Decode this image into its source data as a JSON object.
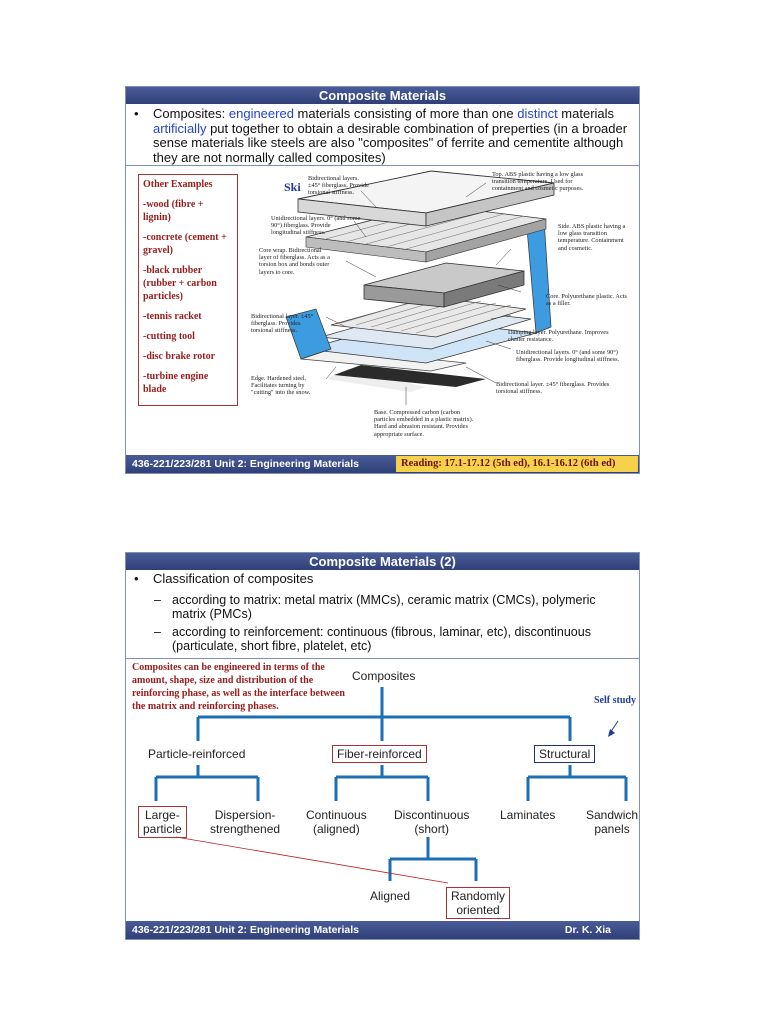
{
  "slide1": {
    "title": "Composite Materials",
    "bullet_parts": {
      "p1": "Composites: ",
      "engineered": "engineered",
      "p2": " materials consisting of more than one ",
      "distinct": "distinct",
      "p3": " materials ",
      "artificially": "artificially",
      "p4": " put together to obtain a desirable combination of preperties (in a broader sense materials like steels are also \"composites\" of ferrite and cementite although they are not normally called composites)"
    },
    "examples": {
      "heading": "Other Examples",
      "items": [
        "-wood (fibre + lignin)",
        "-concrete (cement + gravel)",
        "-black rubber (rubber + carbon particles)",
        "-tennis racket",
        "-cutting tool",
        "-disc brake rotor",
        "-turbine engine blade"
      ]
    },
    "ski_label": "Ski",
    "annotations": {
      "a1": "Bidirectional layers. ±45° fiberglass. Provide torsional stiffness.",
      "a2": "Top. ABS plastic having a low glass transition temperature. Used for containment and cosmetic purposes.",
      "a3": "Unidirectional layers. 0° (and some 90°) fiberglass. Provide longitudinal stiffness.",
      "a4": "Side. ABS plastic having a low glass transition temperature. Containment and cosmetic.",
      "a5": "Core wrap. Bidirectional layer of fiberglass. Acts as a torsion box and bonds outer layers to core.",
      "a6": "Core. Polyurethane plastic. Acts as a filler.",
      "a7": "Bidirectional layer. ±45° fiberglass. Provides torsional stiffness.",
      "a8": "Damping layer. Polyurethane. Improves chatter resistance.",
      "a9": "Unidirectional layers. 0° (and some 90°) fiberglass. Provide longitudinal stiffness.",
      "a10": "Edge. Hardened steel. Facilitates turning by \"cutting\" into the snow.",
      "a11": "Bidirectional layer. ±45° fiberglass. Provides torsional stiffness.",
      "a12": "Base. Compressed carbon (carbon particles embedded in a plastic matrix). Hard and abrasion resistant. Provides appropriate surface."
    },
    "footer_left": "436-221/223/281 Unit 2: Engineering Materials",
    "reading": "Reading: 17.1-17.12 (5th ed), 16.1-16.12 (6th ed)"
  },
  "slide2": {
    "title": "Composite Materials (2)",
    "bullet": "Classification of composites",
    "sub1": "according to matrix: metal matrix (MMCs), ceramic matrix (CMCs), polymeric matrix (PMCs)",
    "sub2": "according to reinforcement: continuous (fibrous, laminar, etc), discontinuous (particulate, short fibre, platelet, etc)",
    "engineered_text": "Composites can be engineered in terms of the amount, shape, size and distribution of the reinforcing phase, as well as the interface between the matrix and reinforcing phases.",
    "self_study": "Self study",
    "tree": {
      "root": "Composites",
      "particle": "Particle-reinforced",
      "fiber": "Fiber-reinforced",
      "structural": "Structural",
      "large": "Large-\nparticle",
      "dispersion": "Dispersion-\nstrengthened",
      "continuous": "Continuous\n(aligned)",
      "discontinuous": "Discontinuous\n(short)",
      "laminates": "Laminates",
      "sandwich": "Sandwich\npanels",
      "aligned": "Aligned",
      "random": "Randomly\noriented"
    },
    "footer_left": "436-221/223/281 Unit 2: Engineering Materials",
    "footer_right": "Dr. K. Xia"
  },
  "colors": {
    "title_bar": "#3c4d86",
    "accent_red": "#9a1b1b",
    "accent_blue": "#1f3a9a",
    "tree_line": "#1a6fb5",
    "reading_bg": "#f6d24a"
  }
}
